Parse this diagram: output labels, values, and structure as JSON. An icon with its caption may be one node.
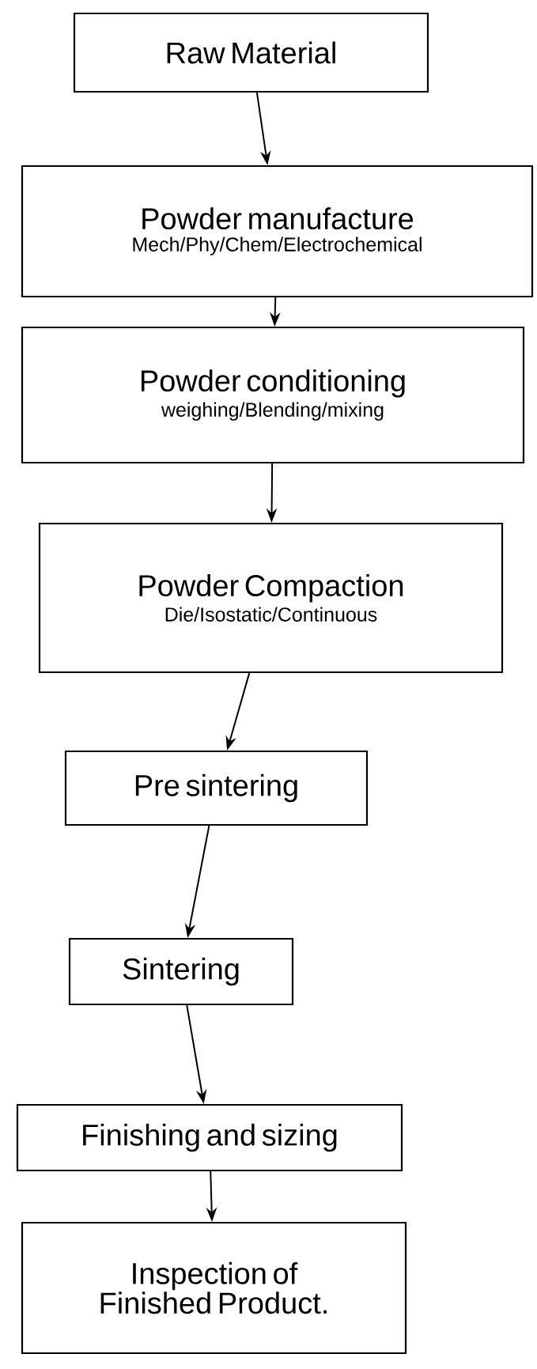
{
  "diagram": {
    "nodes": [
      {
        "text": [
          "Raw Material"
        ]
      },
      {
        "text": [
          "Powder manufacture",
          "Mech/Phy/Chem/Electrochemical"
        ]
      },
      {
        "text": [
          "Powder conditioning",
          "weighing/Blending/mixing"
        ]
      },
      {
        "text": [
          "Powder Compaction",
          "Die/Isostatic/Continuous"
        ]
      },
      {
        "text": [
          "Pre sintering"
        ]
      },
      {
        "text": [
          "Sintering"
        ]
      },
      {
        "text": [
          "Finishing and sizing"
        ]
      },
      {
        "text": [
          "Inspection of Finished Product."
        ]
      }
    ],
    "edges": [
      {
        "from": 0,
        "to": 1,
        "arrow": "to"
      },
      {
        "from": 1,
        "to": 2,
        "arrow": "to"
      },
      {
        "from": 2,
        "to": 3,
        "arrow": "to"
      },
      {
        "from": 3,
        "to": 4,
        "arrow": "to"
      },
      {
        "from": 4,
        "to": 5,
        "arrow": "to"
      },
      {
        "from": 5,
        "to": 6,
        "arrow": "to"
      },
      {
        "from": 6,
        "to": 7,
        "arrow": "to"
      }
    ]
  }
}
